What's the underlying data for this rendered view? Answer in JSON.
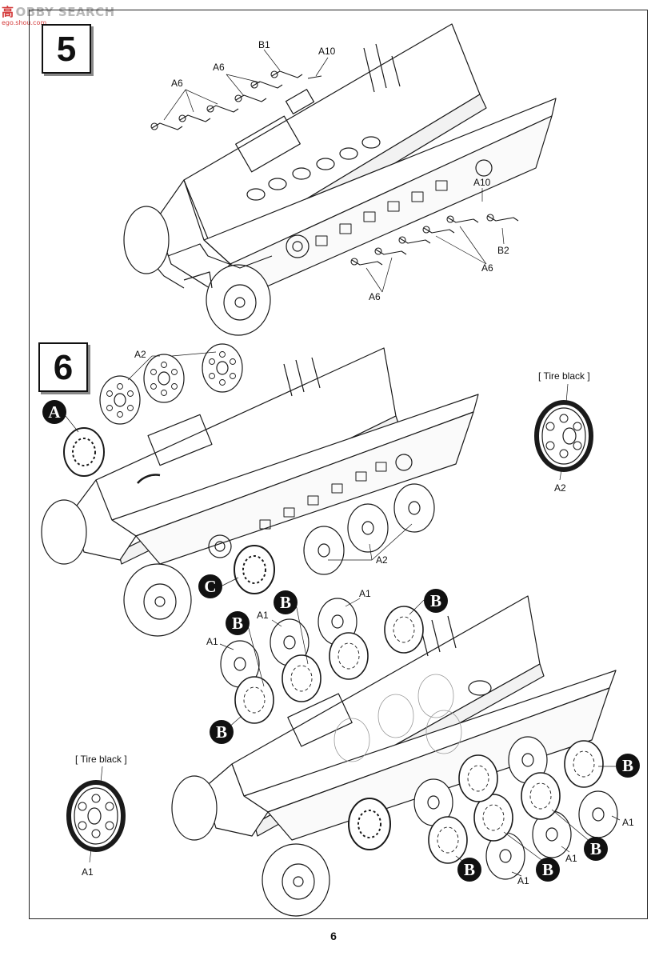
{
  "watermark": {
    "cn": "高",
    "text": "OBBY SEARCH",
    "sub": "ego.shou.com"
  },
  "steps": [
    {
      "number": "5"
    },
    {
      "number": "6"
    }
  ],
  "step5": {
    "labels": [
      "B1",
      "A10",
      "A6",
      "A6",
      "A10",
      "B2",
      "A6",
      "A6"
    ]
  },
  "step6": {
    "labels": [
      "A2",
      "A2",
      "A2",
      "A1",
      "A1",
      "A1",
      "A1",
      "A1",
      "A1"
    ],
    "callouts": [
      "A",
      "C",
      "B",
      "B",
      "B",
      "B",
      "B",
      "B",
      "B",
      "B"
    ],
    "tire_note_1": {
      "text": "[ Tire black ]",
      "part": "A2"
    },
    "tire_note_2": {
      "text": "[ Tire black ]",
      "part": "A1"
    }
  },
  "page_number": "6"
}
